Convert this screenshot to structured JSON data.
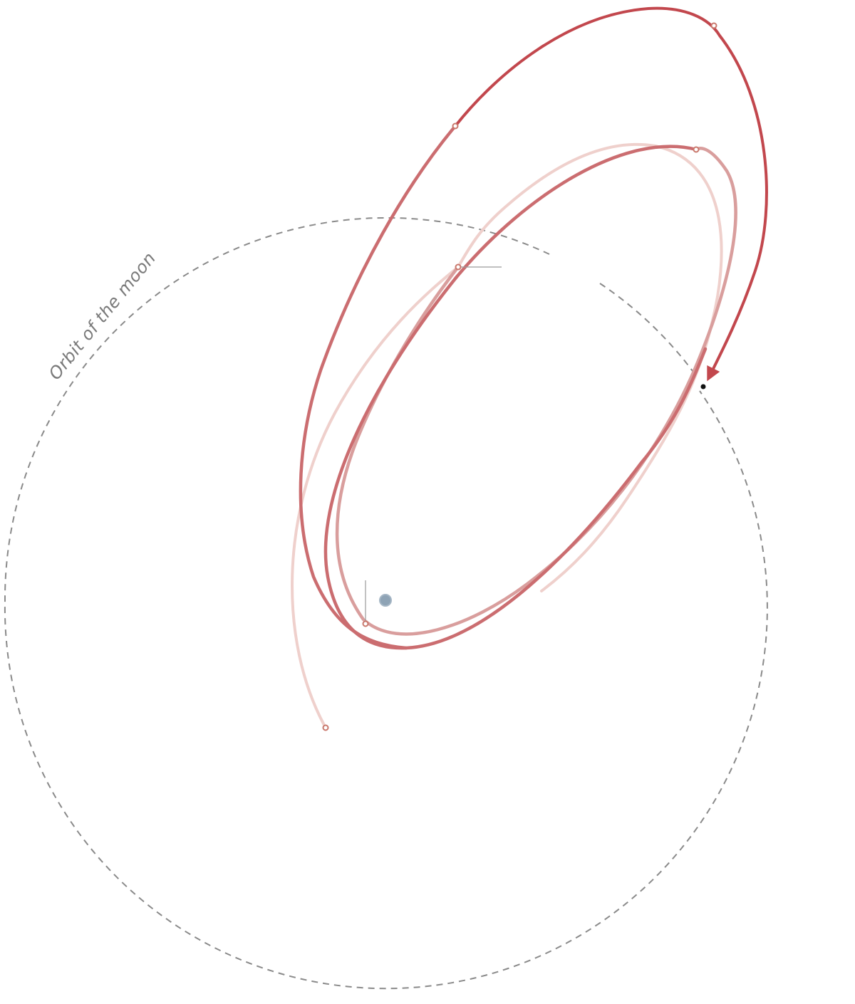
{
  "diagram": {
    "moon_orbit_label": "Orbit of the moon",
    "colors": {
      "moon_orbit": "#8a8a8a",
      "earth": "#8ea3b5",
      "trajectory_faint": "#efd0cc",
      "trajectory_light": "#d99e9d",
      "trajectory_medium": "#cb6d70",
      "trajectory_strong": "#c2474d",
      "marker_outline": "#c9786c",
      "moon_intercept": "#111111"
    },
    "elements": [
      "earth",
      "moon orbit (dashed circle)",
      "spacecraft trajectory (four phases, faint to strong)",
      "direction arrow",
      "moon intercept point",
      "orbit markers"
    ]
  }
}
